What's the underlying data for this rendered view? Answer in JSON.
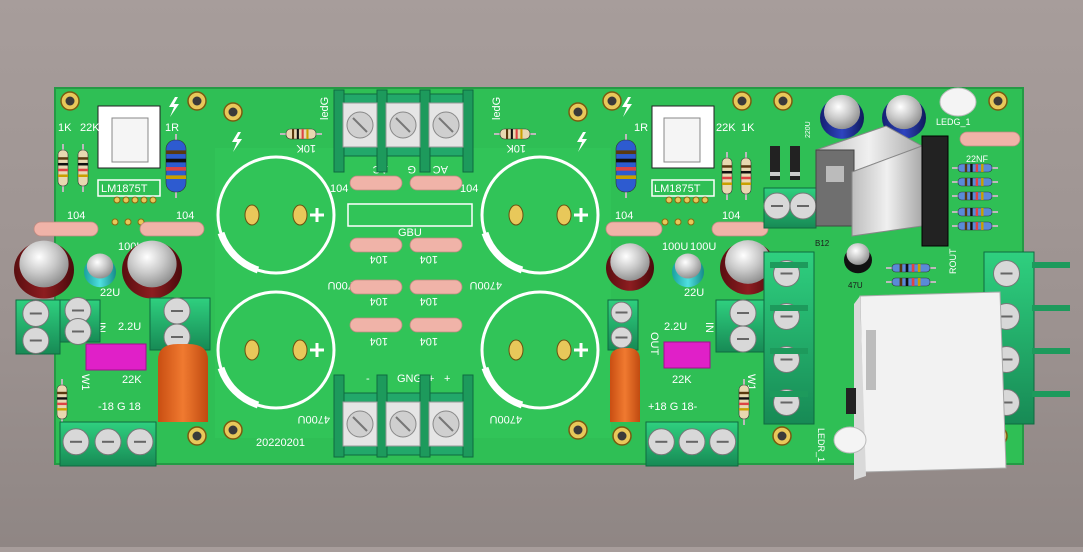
{
  "board": {
    "colors": {
      "background": "#a59c9a",
      "pcb": "#2fbf55",
      "pcb_shade": "#27a84a",
      "silkscreen": "#ffffff",
      "pad": "#e8c85a",
      "terminal_green": "#22a86a",
      "terminal_grey": "#cfcfcf",
      "cap_red": "#7a1618",
      "cap_cyan": "#34c7c7",
      "cap_blue": "#1e2e8f",
      "film_pink": "#f0b3a8",
      "poly_orange": "#e8621d",
      "pot_magenta": "#e020c8",
      "relay_white": "#f2f2f2"
    },
    "labels": {
      "date": "20220201",
      "chip_left": "LM1875T",
      "chip_right": "LM1875T",
      "res_1k": "1K",
      "res_22k": "22K",
      "res_1r": "1R",
      "res_10k": "10K",
      "cap_104": "104",
      "cap_100u": "100U",
      "cap_22u": "22U",
      "cap_2_2u": "2.2U",
      "cap_4700u": "4700U",
      "cap_220u": "220U",
      "cap_47u": "47U",
      "cap_22nf": "22NF",
      "in": "IN",
      "out": "OUT",
      "rout": "ROUT",
      "w1": "W1",
      "bridge": "GBU",
      "ac": "AC",
      "g": "G",
      "gng": "GNG",
      "plus": "+",
      "minus": "-",
      "ledg": "ledG",
      "ledg1": "LEDG_1",
      "ledr1": "LEDR_1",
      "b12": "B12",
      "supply_left": "-18  G  18",
      "supply_right": "+18  G  18-"
    }
  }
}
